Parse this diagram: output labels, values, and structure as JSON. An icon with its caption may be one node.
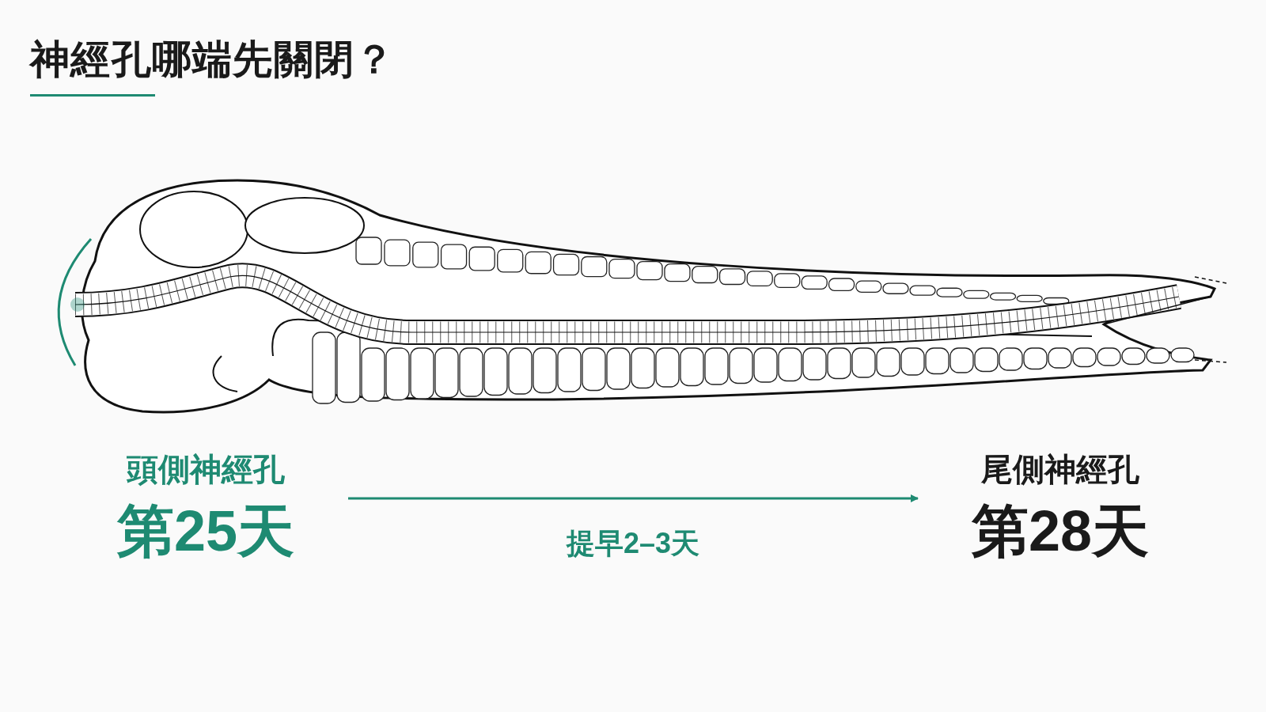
{
  "diagram": {
    "title": "神**經**孔哪端先關閉？",
    "nodes": [
      {
        "text": [
          "頭側神經孔",
          "第25天"
        ]
      },
      {
        "text": [
          "尾側神經孔",
          "第28天"
        ]
      }
    ],
    "edges": [
      {
        "from": 0,
        "to": 1,
        "arrow": "to",
        "label": "提早2–3天",
        "color": "#1e8a72"
      }
    ]
  }
}
